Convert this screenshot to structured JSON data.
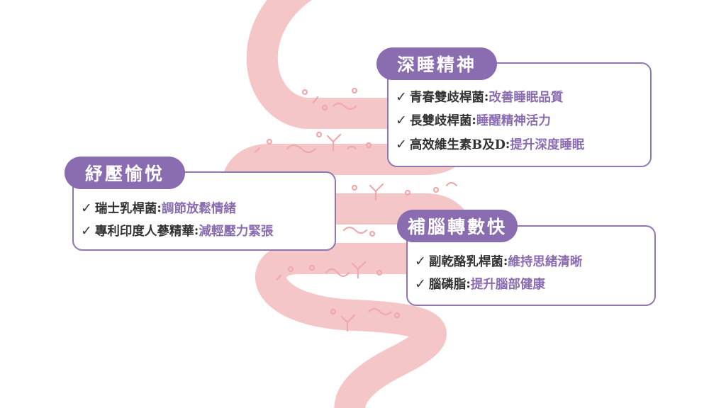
{
  "colors": {
    "accent": "#8a6cb0",
    "intestine": "#f5c6c7",
    "bacteria": "#efa9ab",
    "text": "#333333"
  },
  "sections": {
    "sleep": {
      "title": "深睡精神",
      "items": [
        {
          "name": "青春雙歧桿菌",
          "benefit": "改善睡眠品質"
        },
        {
          "name": "長雙歧桿菌",
          "benefit": "睡醒精神活力"
        },
        {
          "name": "高效維生素B及D",
          "benefit": "提升深度睡眠"
        }
      ]
    },
    "stress": {
      "title": "紓壓愉悅",
      "items": [
        {
          "name": "瑞士乳桿菌",
          "benefit": "調節放鬆情緒"
        },
        {
          "name": "專利印度人蔘精華",
          "benefit": "減輕壓力緊張"
        }
      ]
    },
    "brain": {
      "title": "補腦轉數快",
      "items": [
        {
          "name": "副乾酪乳桿菌",
          "benefit": "維持思緒清晰"
        },
        {
          "name": "腦磷脂",
          "benefit": "提升腦部健康"
        }
      ]
    }
  },
  "check_symbol": "✓",
  "separator": ":"
}
